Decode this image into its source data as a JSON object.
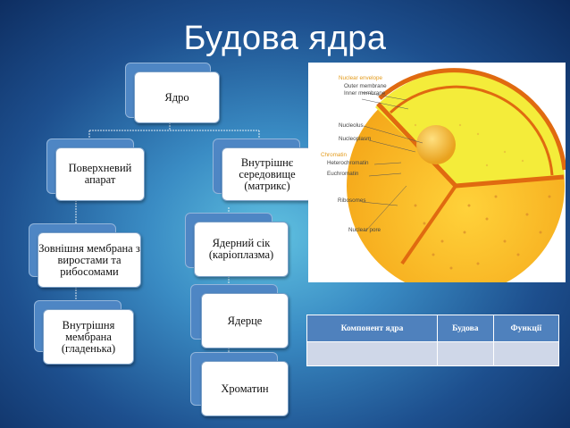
{
  "slide": {
    "title": "Будова ядра"
  },
  "tree": {
    "root": "Ядро",
    "surface": "Поверхневий апарат",
    "outer_membrane": "Зовнішня мембрана з виростами та рибосомами",
    "inner_membrane": "Внутрішня мембрана (гладенька)",
    "internal": "Внутрішнє середовище (матрикс)",
    "nuclear_sap": "Ядерний сік (каріоплазма)",
    "nucleolus": "Ядерце",
    "chromatin": "Хроматин"
  },
  "cell_figure": {
    "labels": {
      "nuclear_envelope": "Nuclear envelope",
      "outer_membrane": "Outer membrane",
      "inner_membrane": "Inner membrane",
      "nucleolus": "Nucleolus",
      "nucleoplasm": "Nucleoplasm",
      "chromatin": "Chromatin",
      "heterochromatin": "Heterochromatin",
      "euchromatin": "Euchromatin",
      "ribosomes": "Ribosomes",
      "nuclear_pore": "Nuclear pore"
    },
    "colors": {
      "envelope": "#e06a10",
      "nucleoplasm": "#f5ea3a",
      "outer": "#f9b41c",
      "nucleolus": "#f4b72a"
    }
  },
  "table": {
    "headers": [
      "Компонент ядра",
      "Будова",
      "Функції"
    ],
    "rows": [
      [
        "",
        "",
        ""
      ]
    ]
  },
  "colors": {
    "node_back": "#4e86c4",
    "table_header": "#4f81bd",
    "table_cell": "#cfd7e8"
  }
}
